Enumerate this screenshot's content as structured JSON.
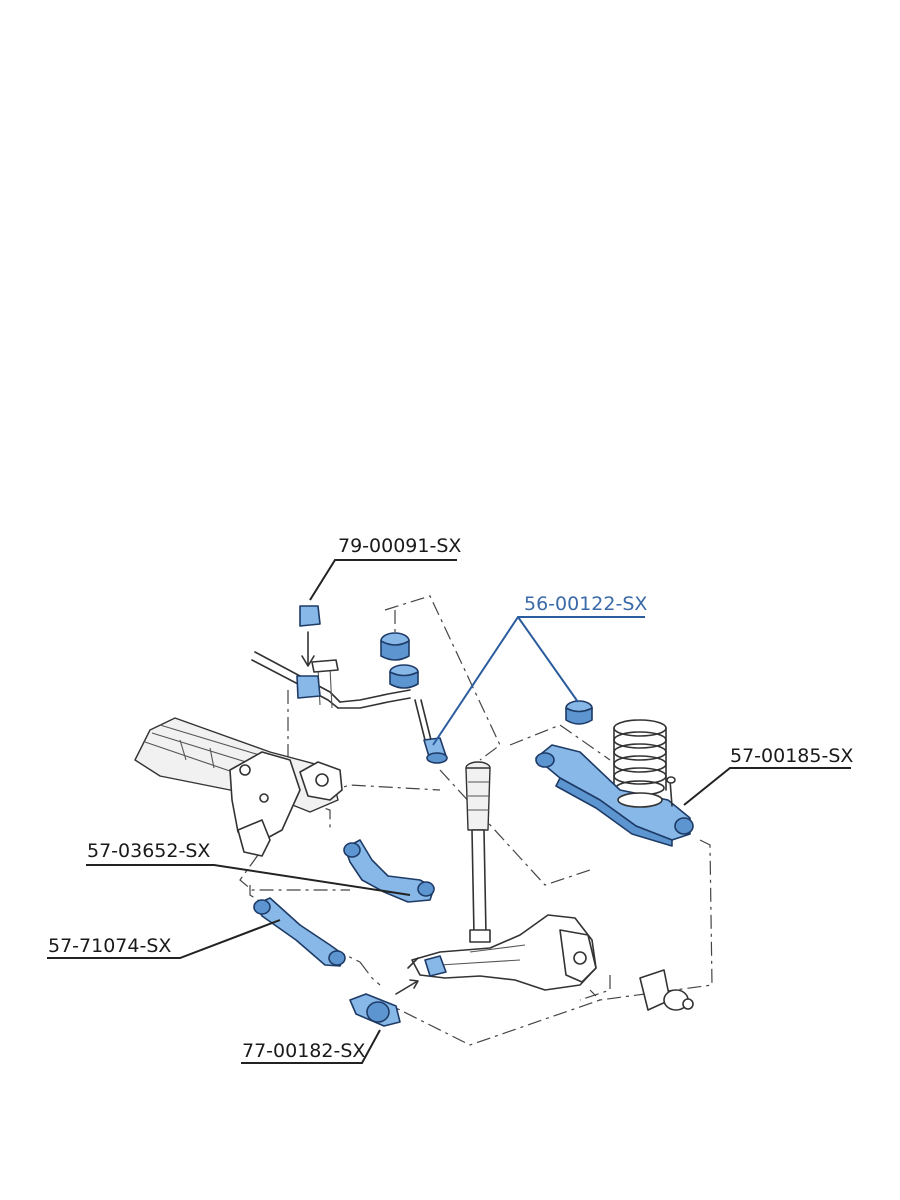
{
  "labels": {
    "sway_bar_bushing": "79-00091-SX",
    "shock_mount_kit": "56-00122-SX",
    "lower_control_arm": "57-00185-SX",
    "upper_camber_arm": "57-03652-SX",
    "trailing_link": "57-71074-SX",
    "knuckle_bushing": "77-00182-SX"
  },
  "colors": {
    "part_highlight": "#88b8e8",
    "part_shade": "#5d95d1",
    "label_text": "#1a1a1a",
    "accent_label": "#3a6aa8"
  }
}
